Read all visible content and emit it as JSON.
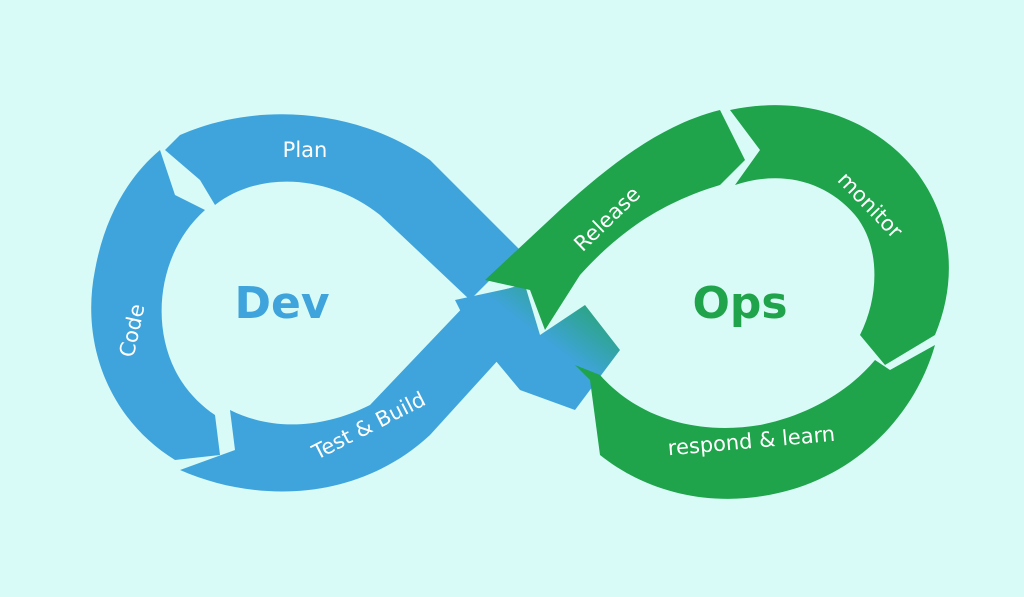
{
  "diagram": {
    "center_left": "Dev",
    "center_right": "Ops",
    "stages": {
      "plan": "Plan",
      "code": "Code",
      "test_build": "Test & Build",
      "release": "Release",
      "monitor": "monitor",
      "respond_learn": "respond & learn"
    }
  },
  "colors": {
    "background": "#d9fbf7",
    "dev_blue": "#3fa4dc",
    "ops_green": "#1fa34b"
  }
}
